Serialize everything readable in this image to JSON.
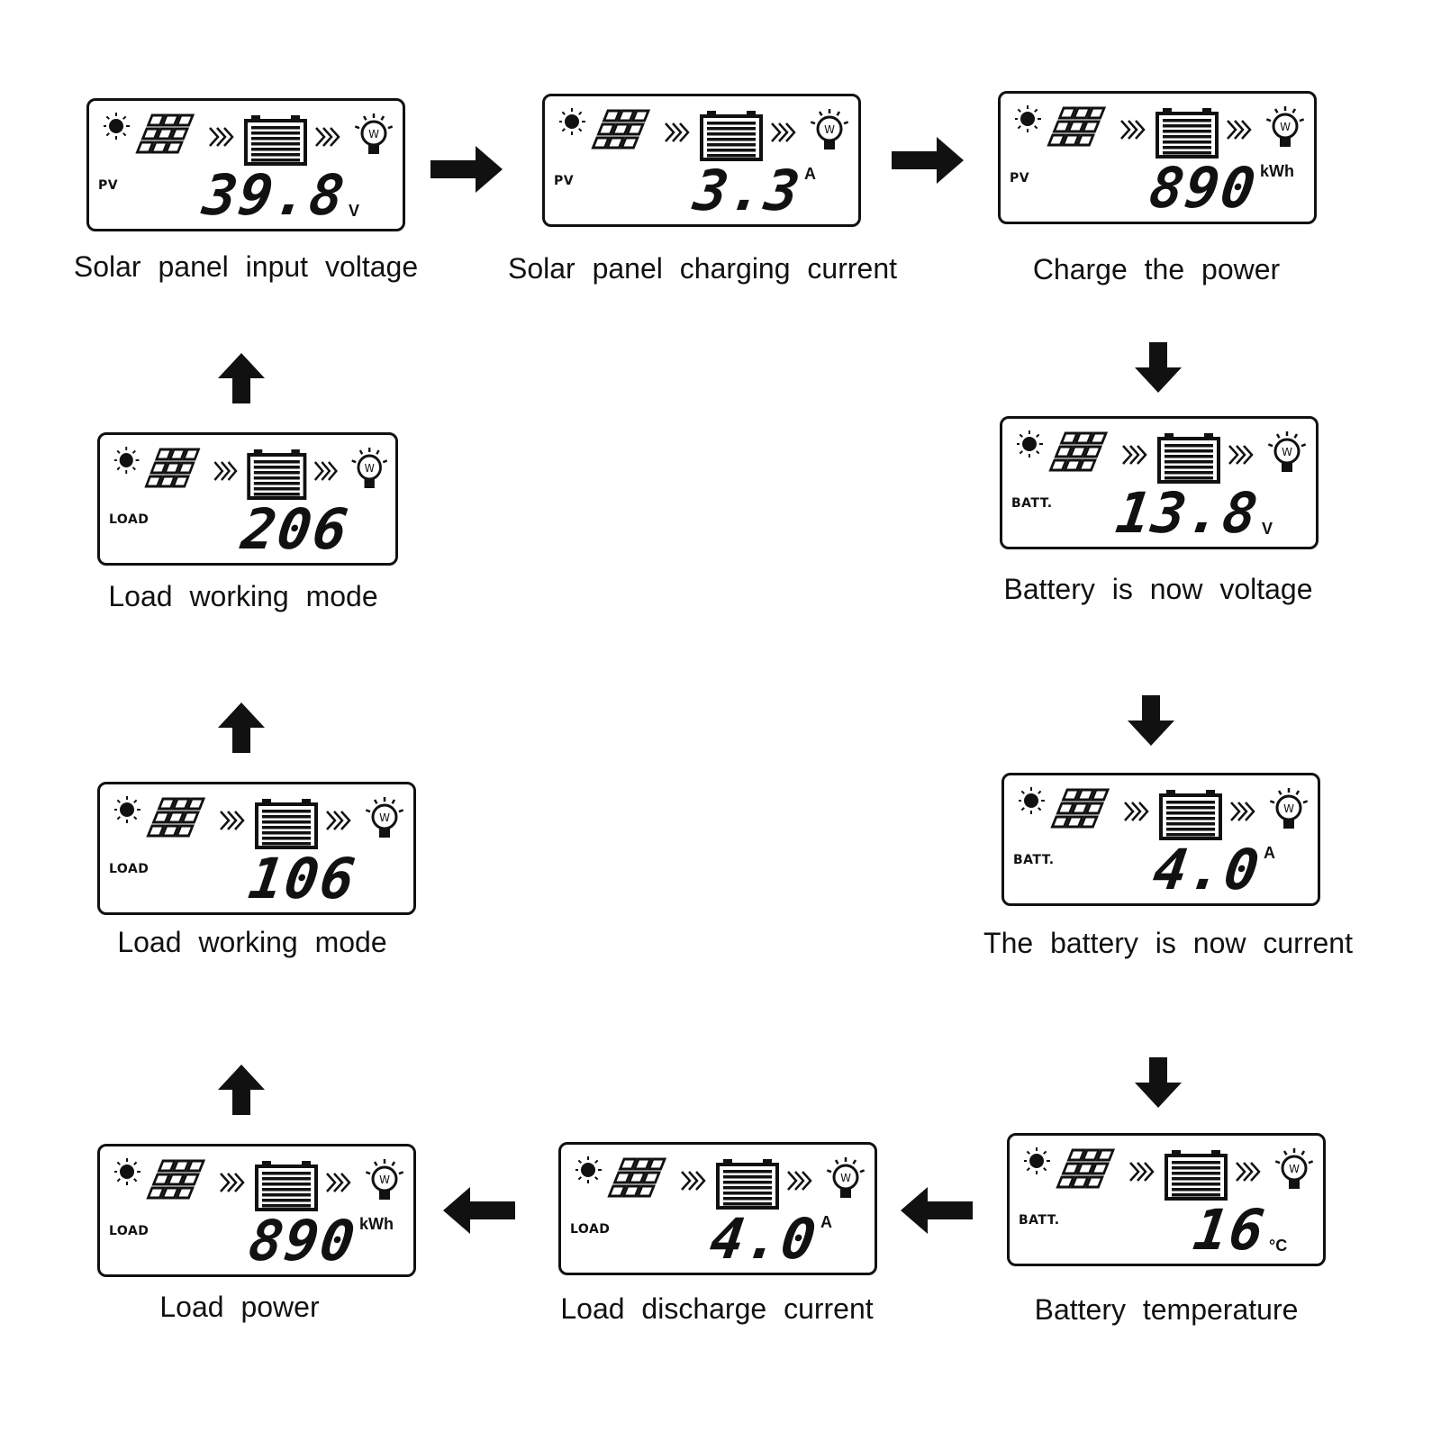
{
  "panels": [
    {
      "mode": "PV",
      "value": "39.8",
      "unit": "V",
      "caption": "Solar panel input voltage"
    },
    {
      "mode": "PV",
      "value": "3.3",
      "unit": "A",
      "caption": "Solar panel charging current"
    },
    {
      "mode": "PV",
      "value": "890",
      "unit": "kWh",
      "caption": "Charge the power"
    },
    {
      "mode": "BATT.",
      "value": "13.8",
      "unit": "V",
      "caption": "Battery is now voltage"
    },
    {
      "mode": "BATT.",
      "value": "4.0",
      "unit": "A",
      "caption": "The battery is now current"
    },
    {
      "mode": "BATT.",
      "value": "16",
      "unit": "°C",
      "caption": "Battery temperature"
    },
    {
      "mode": "LOAD",
      "value": "4.0",
      "unit": "A",
      "caption": "Load discharge current"
    },
    {
      "mode": "LOAD",
      "value": "890",
      "unit": "kWh",
      "caption": "Load power"
    },
    {
      "mode": "LOAD",
      "value": "106",
      "unit": "",
      "caption": "Load working mode"
    },
    {
      "mode": "LOAD",
      "value": "206",
      "unit": "",
      "caption": "Load working mode"
    }
  ],
  "icons": [
    "sun-icon",
    "solar-panel-icon",
    "flow-chevrons-icon",
    "battery-icon",
    "flow-chevrons-icon",
    "bulb-icon"
  ],
  "bulb_letter": "W",
  "arrows": [
    "right",
    "right",
    "down",
    "down",
    "down",
    "left",
    "left",
    "up",
    "up",
    "up"
  ],
  "colors": {
    "ink": "#111111",
    "background": "#ffffff"
  }
}
